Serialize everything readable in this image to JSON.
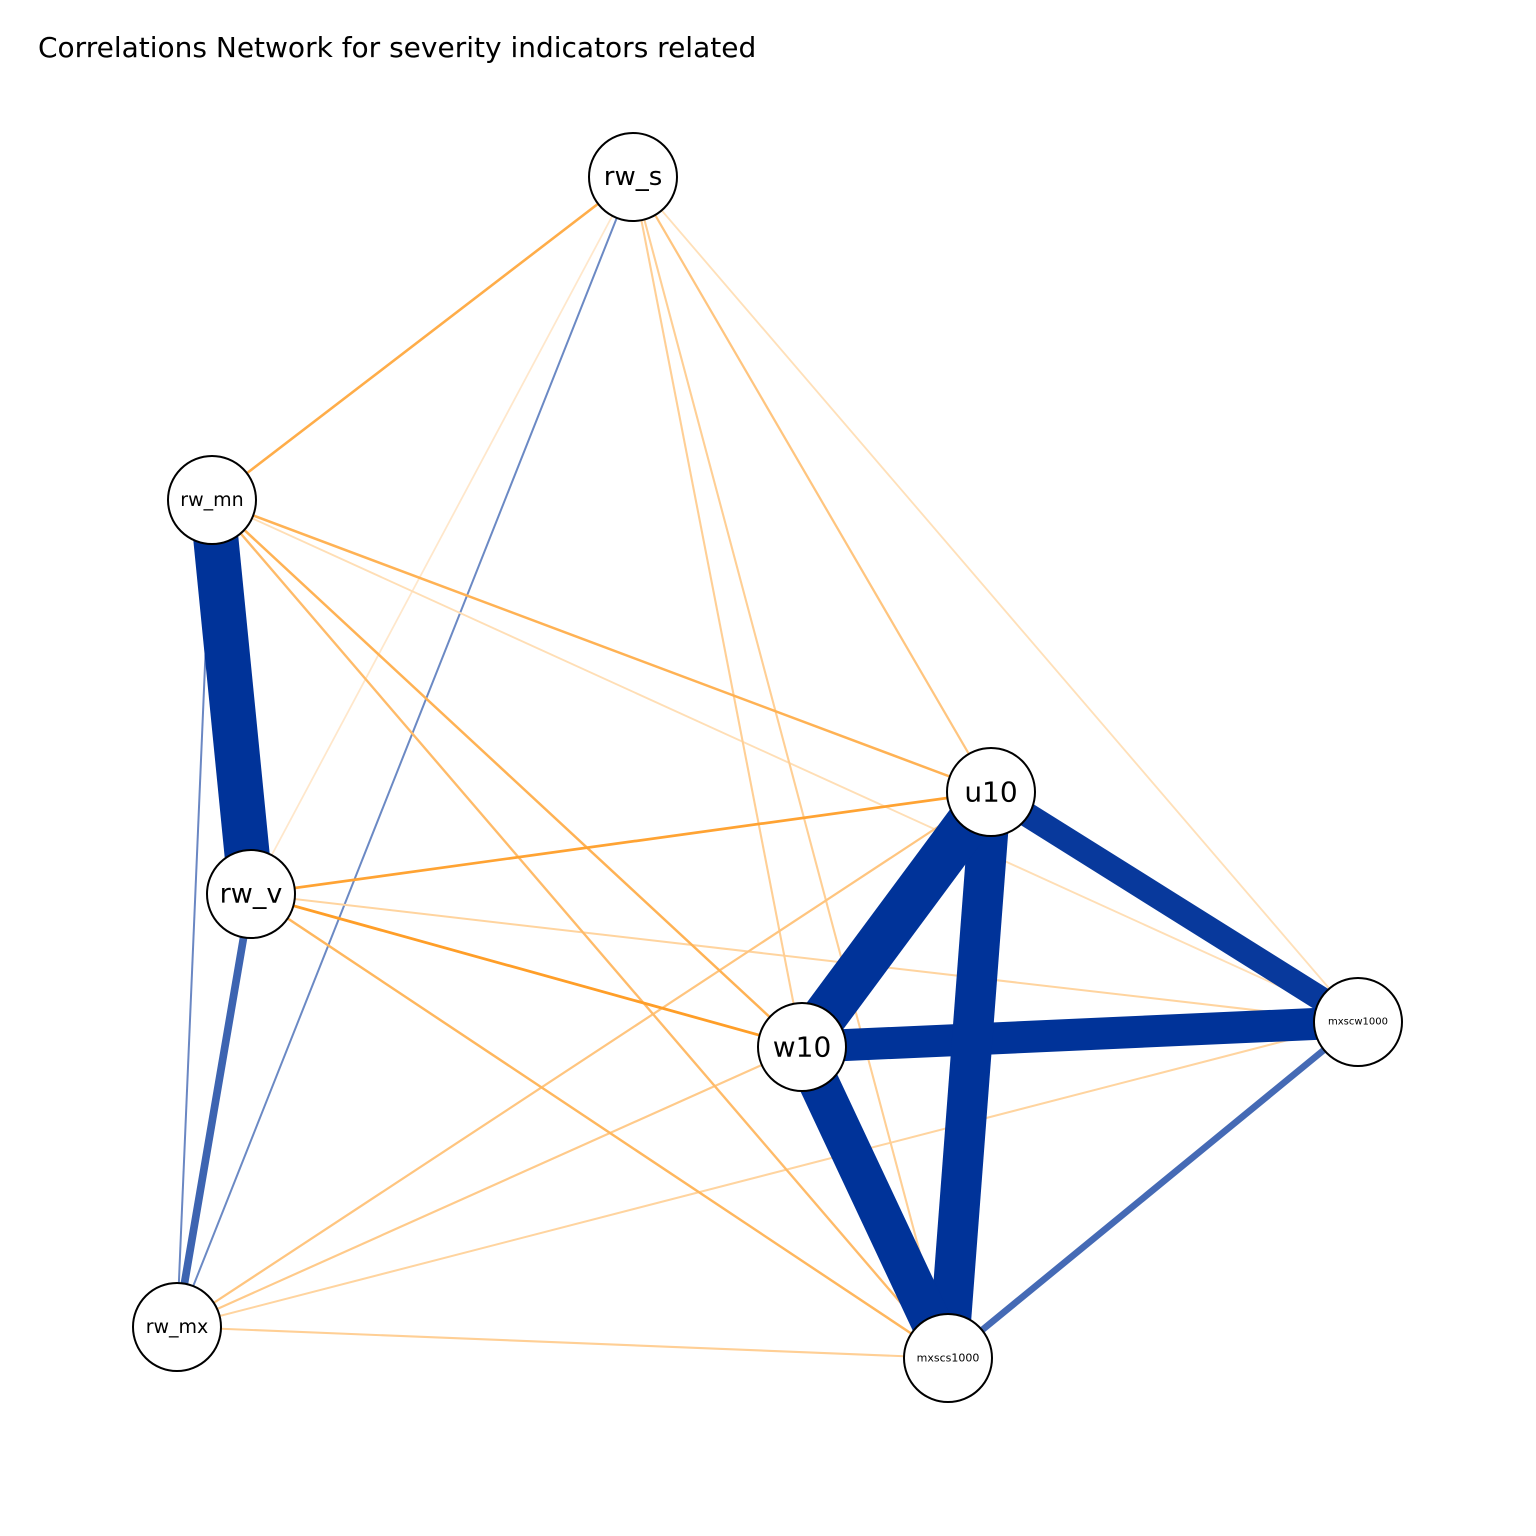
{
  "title": "Correlations Network for severity indicators related",
  "colors": {
    "positive": "#003399",
    "negative": "#FF8C00",
    "node_fill": "#FFFFFF",
    "node_border": "#000000"
  },
  "nodes": [
    {
      "id": "rw_s",
      "label": "rw_s"
    },
    {
      "id": "rw_mn",
      "label": "rw_mn"
    },
    {
      "id": "u10",
      "label": "u10"
    },
    {
      "id": "rw_v",
      "label": "rw_v"
    },
    {
      "id": "mxscw1000",
      "label": "mxscw1000"
    },
    {
      "id": "w10",
      "label": "w10"
    },
    {
      "id": "rw_mx",
      "label": "rw_mx"
    },
    {
      "id": "mxscs1000",
      "label": "mxscs1000"
    }
  ],
  "edges": [
    {
      "from": "rw_mn",
      "to": "rw_v",
      "sign": "positive",
      "strength": 0.95
    },
    {
      "from": "u10",
      "to": "w10",
      "sign": "positive",
      "strength": 0.95
    },
    {
      "from": "u10",
      "to": "mxscs1000",
      "sign": "positive",
      "strength": 0.9
    },
    {
      "from": "w10",
      "to": "mxscs1000",
      "sign": "positive",
      "strength": 0.9
    },
    {
      "from": "u10",
      "to": "mxscw1000",
      "sign": "positive",
      "strength": 0.7
    },
    {
      "from": "w10",
      "to": "mxscw1000",
      "sign": "positive",
      "strength": 0.8
    },
    {
      "from": "mxscw1000",
      "to": "mxscs1000",
      "sign": "positive",
      "strength": 0.3
    },
    {
      "from": "rw_v",
      "to": "rw_mx",
      "sign": "positive",
      "strength": 0.35
    },
    {
      "from": "rw_mn",
      "to": "rw_mx",
      "sign": "positive",
      "strength": 0.06
    },
    {
      "from": "rw_s",
      "to": "rw_mx",
      "sign": "positive",
      "strength": 0.05
    },
    {
      "from": "rw_s",
      "to": "rw_mn",
      "sign": "negative",
      "strength": 0.7
    },
    {
      "from": "rw_s",
      "to": "rw_v",
      "sign": "negative",
      "strength": 0.1
    },
    {
      "from": "rw_s",
      "to": "w10",
      "sign": "negative",
      "strength": 0.35
    },
    {
      "from": "rw_s",
      "to": "mxscs1000",
      "sign": "negative",
      "strength": 0.35
    },
    {
      "from": "rw_s",
      "to": "u10",
      "sign": "negative",
      "strength": 0.45
    },
    {
      "from": "rw_s",
      "to": "mxscw1000",
      "sign": "negative",
      "strength": 0.18
    },
    {
      "from": "rw_mn",
      "to": "u10",
      "sign": "negative",
      "strength": 0.65
    },
    {
      "from": "rw_mn",
      "to": "mxscw1000",
      "sign": "negative",
      "strength": 0.2
    },
    {
      "from": "rw_mn",
      "to": "w10",
      "sign": "negative",
      "strength": 0.65
    },
    {
      "from": "rw_mn",
      "to": "mxscs1000",
      "sign": "negative",
      "strength": 0.55
    },
    {
      "from": "rw_v",
      "to": "u10",
      "sign": "negative",
      "strength": 0.8
    },
    {
      "from": "rw_v",
      "to": "w10",
      "sign": "negative",
      "strength": 0.85
    },
    {
      "from": "rw_v",
      "to": "mxscw1000",
      "sign": "negative",
      "strength": 0.3
    },
    {
      "from": "rw_v",
      "to": "mxscs1000",
      "sign": "negative",
      "strength": 0.6
    },
    {
      "from": "rw_mx",
      "to": "u10",
      "sign": "negative",
      "strength": 0.45
    },
    {
      "from": "rw_mx",
      "to": "w10",
      "sign": "negative",
      "strength": 0.4
    },
    {
      "from": "rw_mx",
      "to": "mxscw1000",
      "sign": "negative",
      "strength": 0.3
    },
    {
      "from": "rw_mx",
      "to": "mxscs1000",
      "sign": "negative",
      "strength": 0.35
    }
  ]
}
